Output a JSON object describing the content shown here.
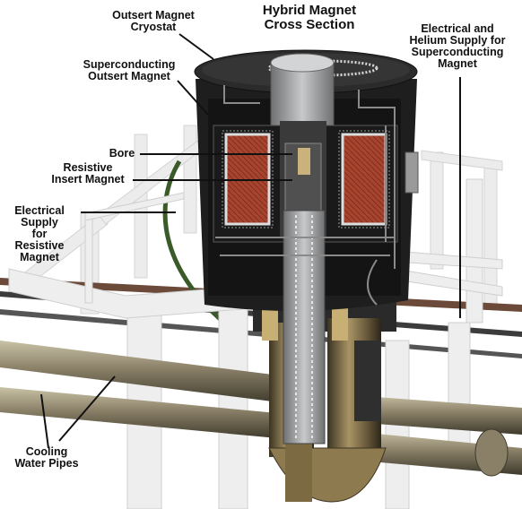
{
  "title_line1": "Hybrid Magnet",
  "title_line2": "Cross Section",
  "labels": {
    "outsert_cryostat": [
      "Outsert Magnet",
      "Cryostat"
    ],
    "superconducting_outsert": [
      "Superconducting",
      "Outsert Magnet"
    ],
    "bore": [
      "Bore"
    ],
    "resistive_insert": [
      "Resistive",
      "Insert Magnet"
    ],
    "electrical_resistive": [
      "Electrical",
      "Supply",
      "for",
      "Resistive",
      "Magnet"
    ],
    "electrical_helium": [
      "Electrical and",
      "Helium Supply for",
      "Superconducting",
      "Magnet"
    ],
    "cooling_pipes": [
      "Cooling",
      "Water Pipes"
    ]
  },
  "colors": {
    "scaffold": "#e9e9e9",
    "pipe": "#8a8068",
    "coil": "#b0452e",
    "cryostat": "#1c1c1c",
    "bore": "#a9aaac"
  }
}
